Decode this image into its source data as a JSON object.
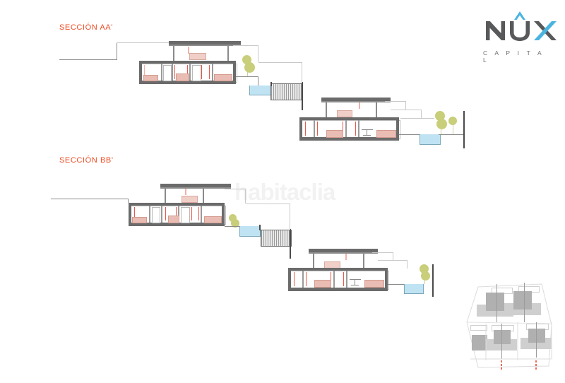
{
  "document": {
    "type": "architectural-sections-sheet",
    "watermark": "habitaclia"
  },
  "brand": {
    "name": "NÛX",
    "letters": {
      "n": "N",
      "u": "U",
      "x": "X"
    },
    "tagline": "C A P I T A L",
    "colors": {
      "dark": "#58595b",
      "accent": "#4ab4e0"
    }
  },
  "sections": [
    {
      "id": "AA",
      "title": "SECCIÓN AA'",
      "title_color": "#f04b23",
      "buildings": [
        {
          "name": "upper-villa",
          "levels": [
            "roof-pergola-level",
            "main-living-level"
          ],
          "features": [
            "terrain-line",
            "roof-slab",
            "columns",
            "bedrooms",
            "bathroom",
            "living-room",
            "floor-slab"
          ]
        },
        {
          "name": "lower-villa",
          "levels": [
            "roof-pergola-level",
            "main-living-level"
          ],
          "features": [
            "roof-slab",
            "columns",
            "bedrooms",
            "dining-table",
            "sofa",
            "floor-slab"
          ]
        }
      ],
      "site_elements": [
        "swimming-pool",
        "retaining-stair",
        "trees",
        "terrace-steps",
        "boundary-wall"
      ]
    },
    {
      "id": "BB",
      "title": "SECCIÓN BB'",
      "title_color": "#f04b23",
      "buildings": [
        {
          "name": "upper-villa",
          "levels": [
            "roof-pergola-level",
            "main-living-level"
          ],
          "features": [
            "terrain-line",
            "roof-slab",
            "columns",
            "bedrooms",
            "bathroom",
            "living-room",
            "floor-slab"
          ]
        },
        {
          "name": "lower-villa",
          "levels": [
            "roof-pergola-level",
            "main-living-level"
          ],
          "features": [
            "roof-slab",
            "columns",
            "bedrooms",
            "dining-table",
            "sofa",
            "floor-slab"
          ]
        }
      ],
      "site_elements": [
        "swimming-pool",
        "retaining-stair",
        "trees",
        "terrace-steps",
        "boundary-wall"
      ]
    }
  ],
  "key_plan": {
    "name": "site-key-plan",
    "lots": 5,
    "section_markers": 2,
    "marker_color": "#ef6a56"
  },
  "palette": {
    "title_orange": "#f04b23",
    "concrete": "#6b6b6b",
    "furniture_pink": "#e9bdb4",
    "door_red": "#e8584a",
    "pool_blue": "#bfe3f2",
    "tree_green": "#c8ce79",
    "terrain_gray": "#8b8b8b"
  }
}
